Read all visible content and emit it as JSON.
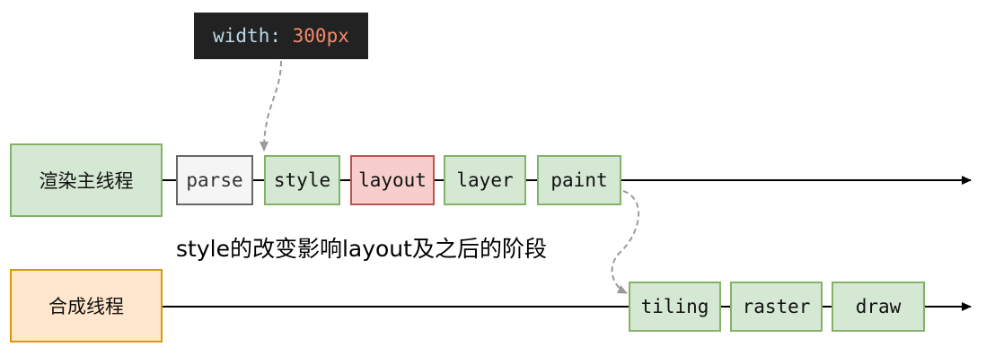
{
  "code_snippet": {
    "property": "width:",
    "value": "300px"
  },
  "main_thread": {
    "label": "渲染主线程",
    "stages": [
      "parse",
      "style",
      "layout",
      "layer",
      "paint"
    ]
  },
  "compositor_thread": {
    "label": "合成线程",
    "stages": [
      "tiling",
      "raster",
      "draw"
    ]
  },
  "caption": "style的改变影响layout及之后的阶段"
}
